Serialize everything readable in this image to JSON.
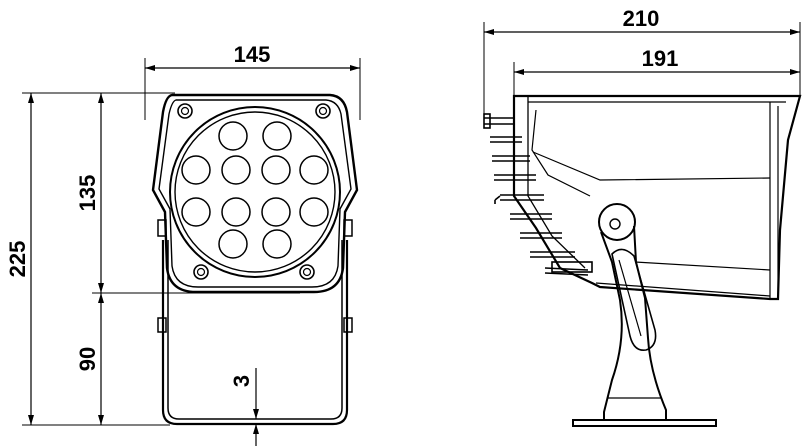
{
  "dimensions": {
    "front_width": "145",
    "front_upper_height": "135",
    "front_total_height": "225",
    "front_lower_height": "90",
    "bracket_thickness": "3",
    "side_total_length": "210",
    "side_body_length": "191"
  },
  "colors": {
    "line": "#000000",
    "background": "#ffffff",
    "lens_fill": "#ffffff",
    "shade": "#d9d9d9"
  }
}
